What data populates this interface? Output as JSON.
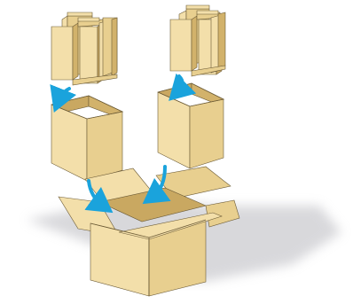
{
  "colors": {
    "cardboard_light": "#f3dfaa",
    "cardboard_mid": "#e8cf8f",
    "cardboard_dark": "#d2b26b",
    "cardboard_inner": "#c9a861",
    "edge": "#6b5a35",
    "arrow": "#1aa3dc",
    "shadow": "#b9b9bf"
  },
  "parts": [
    {
      "name": "divider-insert-left",
      "icon": "cardboard-divider-insert"
    },
    {
      "name": "divider-insert-right",
      "icon": "cardboard-divider-insert"
    },
    {
      "name": "inner-box-left",
      "icon": "open-cardboard-box"
    },
    {
      "name": "inner-box-right",
      "icon": "open-cardboard-box"
    },
    {
      "name": "outer-shipping-box",
      "icon": "open-cardboard-box-with-flaps"
    }
  ],
  "arrows": [
    {
      "name": "arrow-insert-to-left-box",
      "icon": "curved-arrow"
    },
    {
      "name": "arrow-insert-to-right-box",
      "icon": "curved-arrow"
    },
    {
      "name": "arrow-left-box-to-outer-box",
      "icon": "curved-arrow"
    },
    {
      "name": "arrow-right-box-to-outer-box",
      "icon": "curved-arrow"
    }
  ]
}
